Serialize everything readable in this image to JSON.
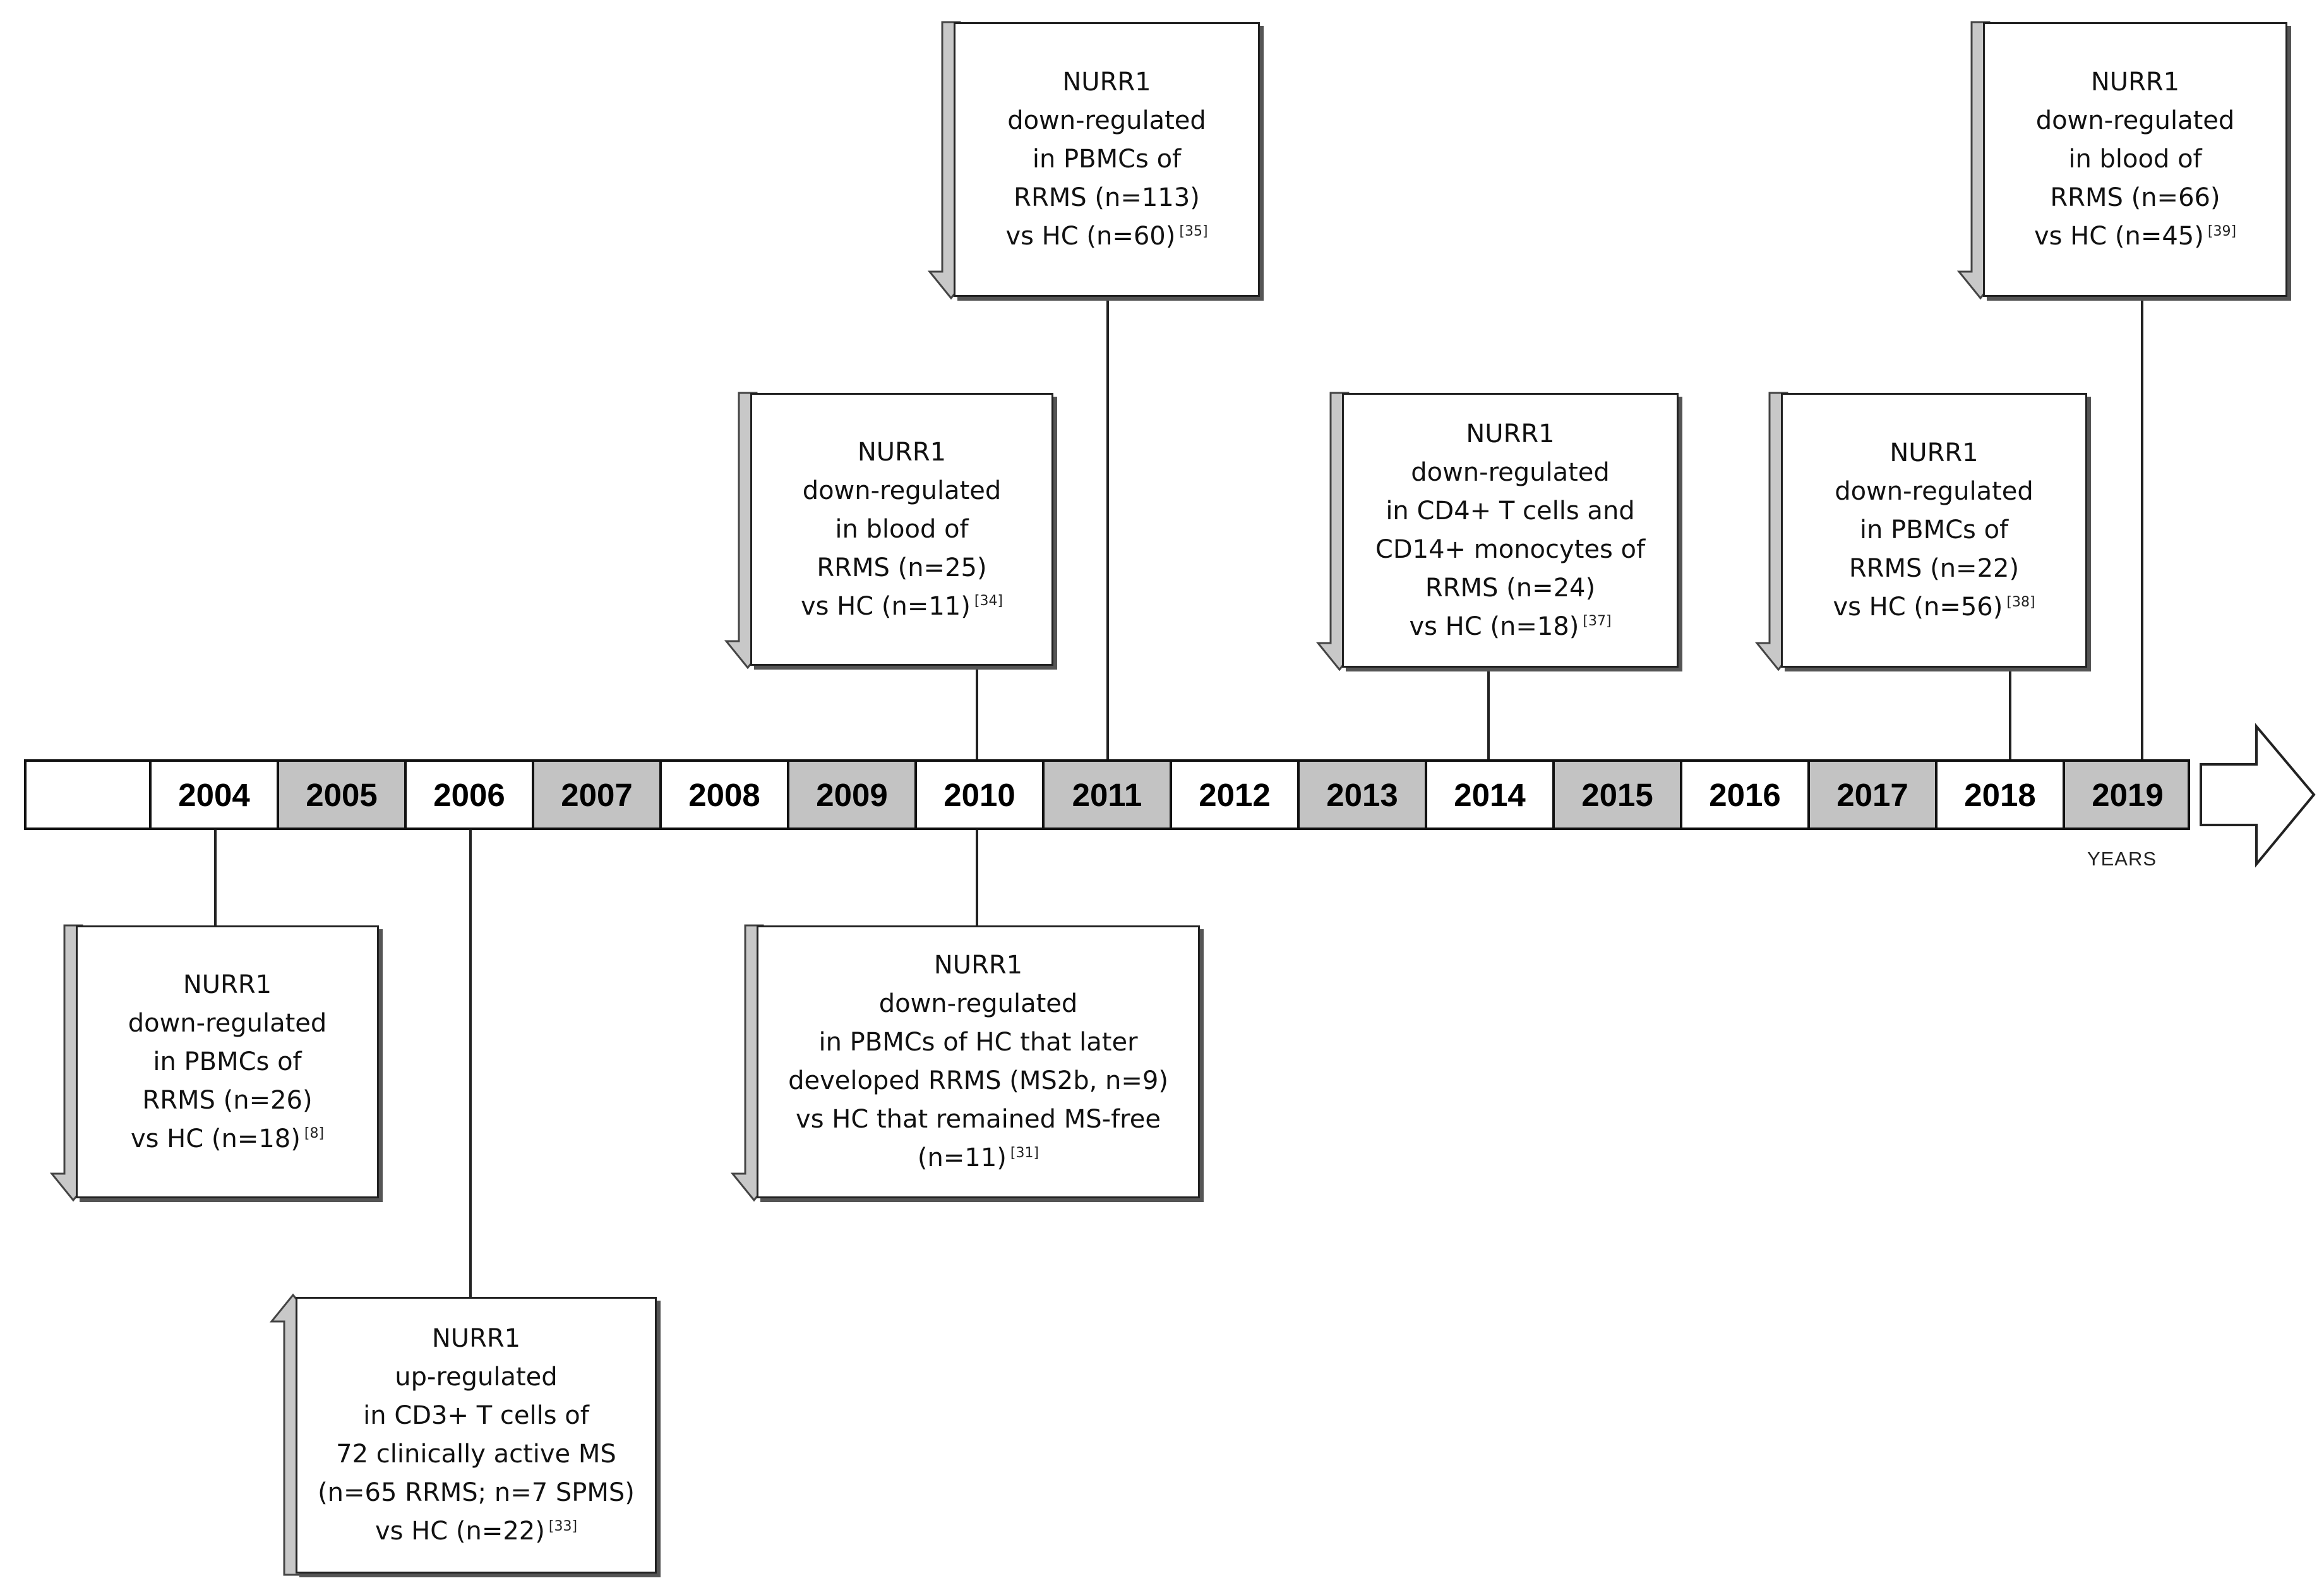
{
  "timeline": {
    "years": [
      "",
      "2004",
      "2005",
      "2006",
      "2007",
      "2008",
      "2009",
      "2010",
      "2011",
      "2012",
      "2013",
      "2014",
      "2015",
      "2016",
      "2017",
      "2018",
      "2019"
    ],
    "axis_label": "YEARS"
  },
  "events": [
    {
      "year": "2004",
      "direction": "down",
      "lines": [
        "NURR1",
        "down-regulated",
        "in PBMCs of",
        "RRMS (n=26)",
        "vs HC (n=18)"
      ],
      "ref": "[8]"
    },
    {
      "year": "2006",
      "direction": "up",
      "lines": [
        "NURR1",
        "up-regulated",
        "in CD3+ T cells of",
        "72 clinically active MS",
        "(n=65 RRMS; n=7 SPMS)",
        "vs  HC (n=22)"
      ],
      "ref": "[33]"
    },
    {
      "year": "2010",
      "direction": "down",
      "lines": [
        "NURR1",
        "down-regulated",
        "in blood of",
        "RRMS (n=25)",
        "vs  HC (n=11)"
      ],
      "ref": "[34]"
    },
    {
      "year": "2010",
      "direction": "down",
      "lines": [
        "NURR1",
        "down-regulated",
        "in PBMCs of  HC that later",
        "developed RRMS (MS2b, n=9)",
        "vs HC that remained MS-free",
        "(n=11)"
      ],
      "ref": "[31]"
    },
    {
      "year": "2011",
      "direction": "down",
      "lines": [
        "NURR1",
        "down-regulated",
        "in PBMCs of",
        "RRMS (n=113)",
        "vs  HC (n=60)"
      ],
      "ref": "[35]"
    },
    {
      "year": "2014",
      "direction": "down",
      "lines": [
        "NURR1",
        "down-regulated",
        "in CD4+ T cells and",
        "CD14+ monocytes  of",
        "RRMS (n=24)",
        "vs  HC (n=18)"
      ],
      "ref": "[37]"
    },
    {
      "year": "2018",
      "direction": "down",
      "lines": [
        "NURR1",
        "down-regulated",
        "in PBMCs of",
        "RRMS (n=22)",
        "vs  HC (n=56)"
      ],
      "ref": "[38]"
    },
    {
      "year": "2019",
      "direction": "down",
      "lines": [
        "NURR1",
        "down-regulated",
        "in blood of",
        "RRMS (n=66)",
        "vs  HC (n=45)"
      ],
      "ref": "[39]"
    }
  ]
}
